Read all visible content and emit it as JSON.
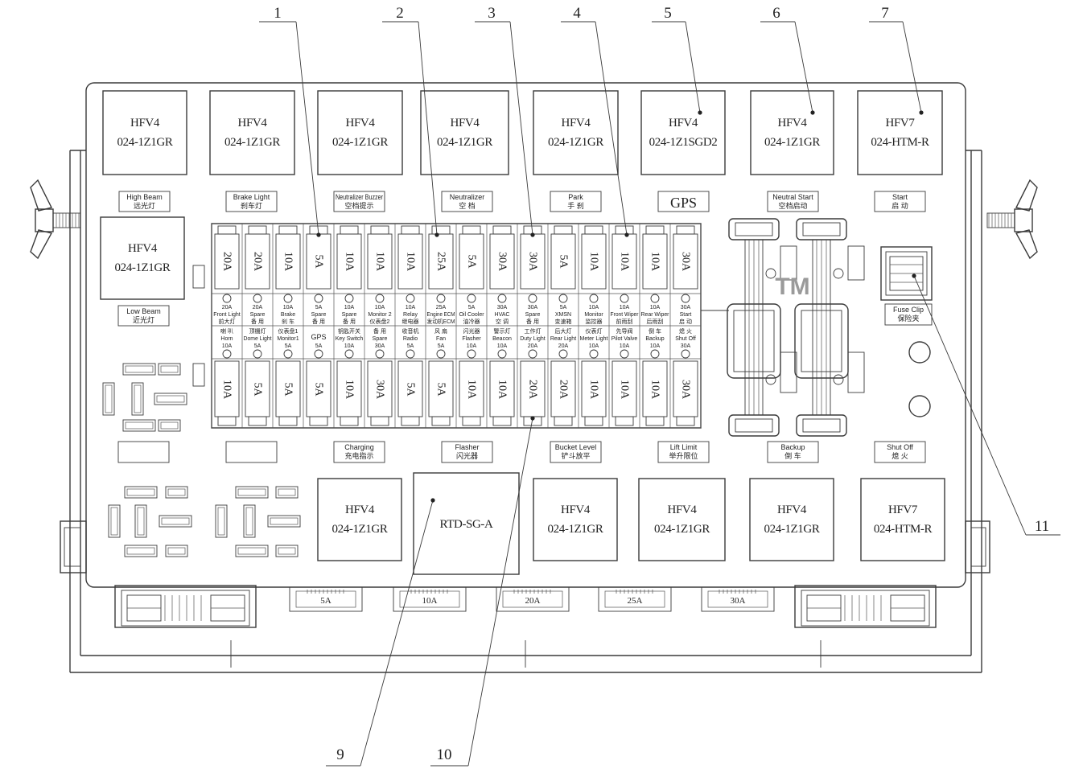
{
  "diagram": {
    "callouts": [
      "1",
      "2",
      "3",
      "4",
      "5",
      "6",
      "7",
      "9",
      "10",
      "11"
    ],
    "trademark": "TM",
    "top_relays": [
      {
        "model": "HFV4",
        "part": "024-1Z1GR"
      },
      {
        "model": "HFV4",
        "part": "024-1Z1GR"
      },
      {
        "model": "HFV4",
        "part": "024-1Z1GR"
      },
      {
        "model": "HFV4",
        "part": "024-1Z1GR"
      },
      {
        "model": "HFV4",
        "part": "024-1Z1GR"
      },
      {
        "model": "HFV4",
        "part": "024-1Z1SGD2"
      },
      {
        "model": "HFV4",
        "part": "024-1Z1GR"
      },
      {
        "model": "HFV7",
        "part": "024-HTM-R"
      }
    ],
    "top_labels": [
      {
        "en": "High Beam",
        "zh": "远光灯"
      },
      {
        "en": "Brake Light",
        "zh": "刹车灯"
      },
      {
        "en": "Neutralizer Buzzer",
        "zh": "空档提示"
      },
      {
        "en": "Neutralizer",
        "zh": "空 档"
      },
      {
        "en": "Park",
        "zh": "手 刹"
      },
      {
        "en": "GPS"
      },
      {
        "en": "Neutral Start",
        "zh": "空档启动"
      },
      {
        "en": "Start",
        "zh": "启 动"
      }
    ],
    "left_relay": {
      "model": "HFV4",
      "part": "024-1Z1GR"
    },
    "left_label": {
      "en": "Low Beam",
      "zh": "近光灯"
    },
    "fuse_top_row": [
      {
        "rating": "20A",
        "en": "Front Light",
        "zh": "前大灯"
      },
      {
        "rating": "20A",
        "en": "Spare",
        "zh": "备 用"
      },
      {
        "rating": "10A",
        "en": "Brake",
        "zh": "刹 车"
      },
      {
        "rating": "5A",
        "en": "Spare",
        "zh": "备 用"
      },
      {
        "rating": "10A",
        "en": "Spare",
        "zh": "备 用"
      },
      {
        "rating": "10A",
        "en": "Monitor 2",
        "zh": "仪表盘2"
      },
      {
        "rating": "10A",
        "en": "Relay",
        "zh": "继电器"
      },
      {
        "rating": "25A",
        "en": "Engine ECM",
        "zh": "发动机ECM"
      },
      {
        "rating": "5A",
        "en": "Oil Cooler",
        "zh": "油冷器"
      },
      {
        "rating": "30A",
        "en": "HVAC",
        "zh": "空 调"
      },
      {
        "rating": "30A",
        "en": "Spare",
        "zh": "备 用"
      },
      {
        "rating": "5A",
        "en": "XMSN",
        "zh": "变速箱"
      },
      {
        "rating": "10A",
        "en": "Monitor",
        "zh": "监控器"
      },
      {
        "rating": "10A",
        "en": "Front Wiper",
        "zh": "前雨刮"
      },
      {
        "rating": "10A",
        "en": "Rear Wiper",
        "zh": "后雨刮"
      },
      {
        "rating": "30A",
        "en": "Start",
        "zh": "启 动"
      }
    ],
    "fuse_bottom_row": [
      {
        "rating": "10A",
        "en": "Horn",
        "zh": "喇 叭"
      },
      {
        "rating": "5A",
        "en": "Dome Light",
        "zh": "顶棚灯"
      },
      {
        "rating": "5A",
        "en": "Monitor1",
        "zh": "仪表盘1"
      },
      {
        "rating": "5A",
        "en": "GPS"
      },
      {
        "rating": "10A",
        "en": "Key Switch",
        "zh": "钥匙开关"
      },
      {
        "rating": "30A",
        "en": "Spare",
        "zh": "备 用"
      },
      {
        "rating": "5A",
        "en": "Radio",
        "zh": "收音机"
      },
      {
        "rating": "5A",
        "en": "Fan",
        "zh": "风 扇"
      },
      {
        "rating": "10A",
        "en": "Flasher",
        "zh": "闪光器"
      },
      {
        "rating": "10A",
        "en": "Beacon",
        "zh": "警示灯"
      },
      {
        "rating": "20A",
        "en": "Duty Light",
        "zh": "工作灯"
      },
      {
        "rating": "20A",
        "en": "Rear Light",
        "zh": "后大灯"
      },
      {
        "rating": "10A",
        "en": "Meter Light",
        "zh": "仪表灯"
      },
      {
        "rating": "10A",
        "en": "Pilot Valve",
        "zh": "先导阀"
      },
      {
        "rating": "10A",
        "en": "Backup",
        "zh": "倒 车"
      },
      {
        "rating": "30A",
        "en": "Shut Off",
        "zh": "熄 火"
      }
    ],
    "bottom_labels": [
      {
        "en": "Charging",
        "zh": "充电指示"
      },
      {
        "en": "Flasher",
        "zh": "闪光器"
      },
      {
        "en": "Bucket Level",
        "zh": "铲斗放平"
      },
      {
        "en": "Lift Limit",
        "zh": "举升限位"
      },
      {
        "en": "Backup",
        "zh": "倒 车"
      },
      {
        "en": "Shut Off",
        "zh": "熄 火"
      }
    ],
    "bottom_relays": [
      {
        "model": "HFV4",
        "part": "024-1Z1GR"
      },
      {
        "model": "RTD-SG-A"
      },
      {
        "model": "HFV4",
        "part": "024-1Z1GR"
      },
      {
        "model": "HFV4",
        "part": "024-1Z1GR"
      },
      {
        "model": "HFV4",
        "part": "024-1Z1GR"
      },
      {
        "model": "HFV7",
        "part": "024-HTM-R"
      }
    ],
    "fuse_clip": {
      "en": "Fuse Clip",
      "zh": "保险夹"
    },
    "connector_fuses": [
      "5A",
      "10A",
      "20A",
      "25A",
      "30A"
    ]
  },
  "colors": {
    "line": "#3a3a3a",
    "background": "#ffffff",
    "watermark": "#9a9a9a"
  }
}
